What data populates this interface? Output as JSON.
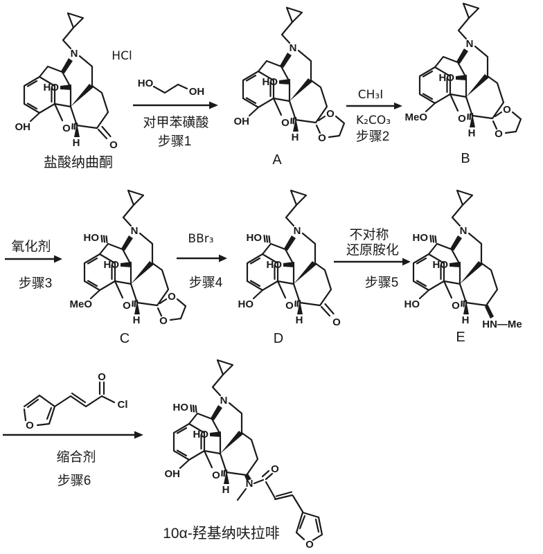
{
  "compounds": {
    "start": {
      "name": "盐酸纳曲酮",
      "salt": "HCl",
      "phenol": "OH"
    },
    "a": {
      "letter": "A",
      "phenol": "OH"
    },
    "b": {
      "letter": "B",
      "phenol": "MeO"
    },
    "c": {
      "letter": "C",
      "phenol": "MeO"
    },
    "d": {
      "letter": "D",
      "phenol": "HO"
    },
    "e": {
      "letter": "E",
      "phenol": "HO",
      "amine": "HN—Me"
    },
    "product": {
      "name": "10α-羟基纳呋拉啡",
      "phenol": "OH"
    }
  },
  "steps": {
    "s1": {
      "below": "对甲苯磺酸",
      "step": "步骤1"
    },
    "s2": {
      "above": "CH₃I",
      "below": "K₂CO₃",
      "step": "步骤2"
    },
    "s3": {
      "above": "氧化剂",
      "step": "步骤3"
    },
    "s4": {
      "above": "BBr₃",
      "step": "步骤4"
    },
    "s5": {
      "above1": "不对称",
      "above2": "还原胺化",
      "step": "步骤5"
    },
    "s6": {
      "below": "缩合剂",
      "step": "步骤6"
    }
  },
  "atoms": {
    "n": "N",
    "ho": "HO",
    "o": "O",
    "h": "H"
  },
  "reagents": {
    "glycol": {
      "ho": "HO",
      "oh": "OH"
    },
    "acyl_chloride": {
      "carbonyl_o": "O",
      "cl": "Cl",
      "furan_o": "O"
    }
  }
}
